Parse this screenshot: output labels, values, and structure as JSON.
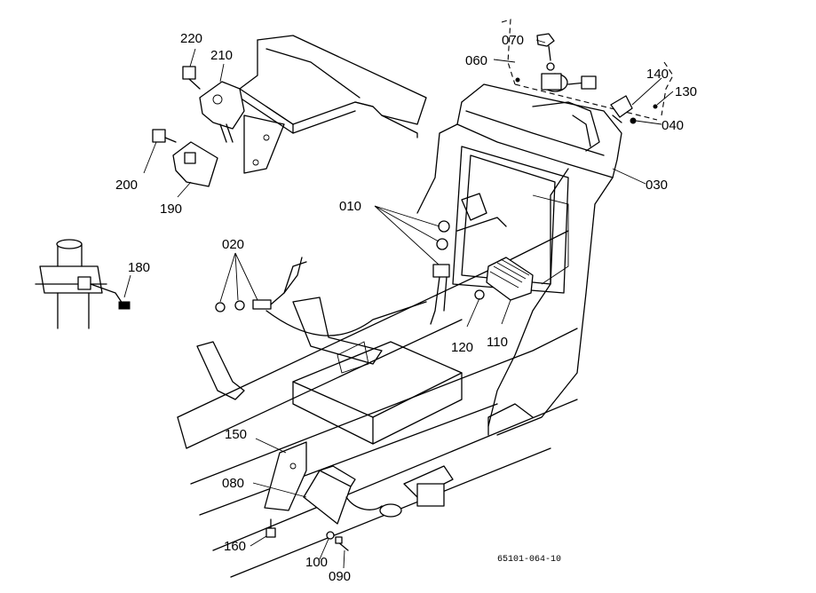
{
  "labels": {
    "p010": "010",
    "p020": "020",
    "p030": "030",
    "p040": "040",
    "p060": "060",
    "p070": "070",
    "p080": "080",
    "p090": "090",
    "p100": "100",
    "p110": "110",
    "p120": "120",
    "p130": "130",
    "p140": "140",
    "p150": "150",
    "p160": "160",
    "p180": "180",
    "p190": "190",
    "p200": "200",
    "p210": "210",
    "p220": "220"
  },
  "drawing_code": "65101-064-10"
}
